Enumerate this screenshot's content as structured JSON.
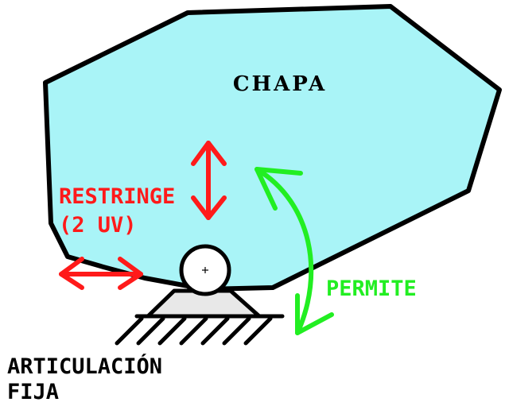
{
  "labels": {
    "plate": "CHAPA",
    "restrict_line1": "RESTRINGE",
    "restrict_line2": "(2 UV)",
    "allow": "PERMITE",
    "support_line1": "ARTICULACIÓN",
    "support_line2": "FIJA"
  },
  "colors": {
    "plate_fill": "#a9f4f7",
    "outline": "#000000",
    "restrict": "#ff1a1a",
    "allow": "#22ee22",
    "support_fill": "#e8e8e8",
    "pin_fill": "#ffffff"
  },
  "icons": {
    "vertical_restraint": "double-arrow-vertical-icon",
    "horizontal_restraint": "double-arrow-horizontal-icon",
    "rotation_allowed": "curved-double-arrow-icon",
    "pin": "pin-joint-icon",
    "ground": "hatched-ground-icon"
  }
}
